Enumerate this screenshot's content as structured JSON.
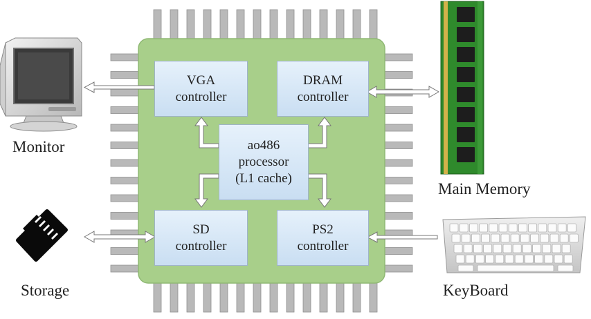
{
  "colors": {
    "chip": "#a8cf8a",
    "chip_border": "#8fb874",
    "pins": "#b9b9b9",
    "box_fill": "#d8e7f6",
    "arrow": "#ffffff"
  },
  "blocks": {
    "vga": {
      "line1": "VGA",
      "line2": "controller"
    },
    "dram": {
      "line1": "DRAM",
      "line2": "controller"
    },
    "cpu": {
      "line1": "ao486",
      "line2": "processor",
      "line3": "(L1 cache)"
    },
    "sd": {
      "line1": "SD",
      "line2": "controller"
    },
    "ps2": {
      "line1": "PS2",
      "line2": "controller"
    }
  },
  "devices": {
    "monitor": {
      "label": "Monitor",
      "icon": "monitor-icon"
    },
    "memory": {
      "label": "Main Memory",
      "icon": "memory-module-icon"
    },
    "storage": {
      "label": "Storage",
      "icon": "sd-card-icon"
    },
    "keyboard": {
      "label": "KeyBoard",
      "icon": "keyboard-icon"
    }
  }
}
